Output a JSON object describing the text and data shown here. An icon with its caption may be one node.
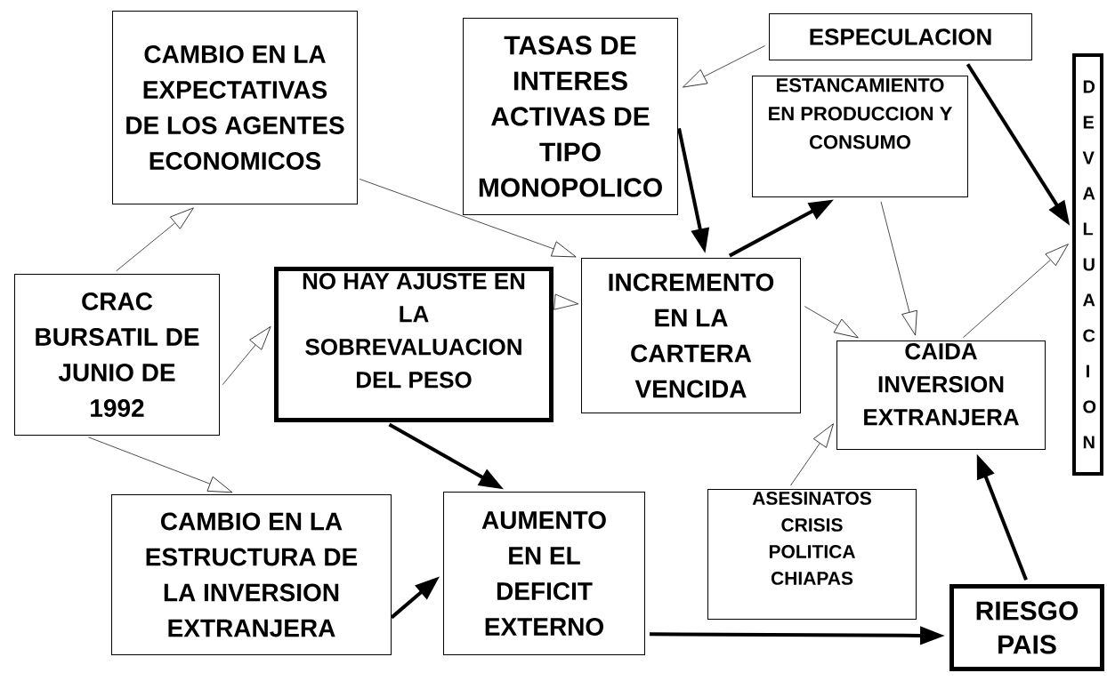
{
  "diagram": {
    "nodes": [
      {
        "text": [
          "CAMBIO EN LA EXPECTATIVAS DE LOS AGENTES ECONOMICOS"
        ]
      },
      {
        "text": [
          "TASAS DE INTERES ACTIVAS DE TIPO MONOPOLICO"
        ]
      },
      {
        "text": [
          "ESPECULACION"
        ]
      },
      {
        "text": [
          "ESTANCAMIENTO EN PRODUCCION Y CONSUMO"
        ]
      },
      {
        "text": [
          "DEVALUACION"
        ]
      },
      {
        "text": [
          "CRAC BURSATIL DE JUNIO DE 1992"
        ]
      },
      {
        "text": [
          "NO HAY AJUSTE EN LA SOBREVALUACION DEL PESO"
        ]
      },
      {
        "text": [
          "INCREMENTO EN LA CARTERA VENCIDA"
        ]
      },
      {
        "text": [
          "CAIDA INVERSION EXTRANJERA"
        ]
      },
      {
        "text": [
          "CAMBIO EN LA ESTRUCTURA DE LA INVERSION EXTRANJERA"
        ]
      },
      {
        "text": [
          "AUMENTO EN EL DEFICIT EXTERNO"
        ]
      },
      {
        "text": [
          "ASESINATOS CRISIS POLITICA CHIAPAS"
        ]
      },
      {
        "text": [
          "RIESGO PAIS"
        ]
      }
    ],
    "edges": [
      {
        "from": 5,
        "to": 0,
        "arrow": "to"
      },
      {
        "from": 0,
        "to": 7,
        "arrow": "to"
      },
      {
        "from": 5,
        "to": 6,
        "arrow": "to"
      },
      {
        "from": 5,
        "to": 9,
        "arrow": "to"
      },
      {
        "from": 6,
        "to": 7,
        "arrow": "to"
      },
      {
        "from": 2,
        "to": 1,
        "arrow": "to"
      },
      {
        "from": 1,
        "to": 7,
        "arrow": "to",
        "style": "thick"
      },
      {
        "from": 7,
        "to": 3,
        "arrow": "to",
        "style": "thick"
      },
      {
        "from": 3,
        "to": 8,
        "arrow": "to"
      },
      {
        "from": 7,
        "to": 8,
        "arrow": "to"
      },
      {
        "from": 2,
        "to": 4,
        "arrow": "to",
        "style": "thick"
      },
      {
        "from": 8,
        "to": 4,
        "arrow": "to"
      },
      {
        "from": 6,
        "to": 10,
        "arrow": "to",
        "style": "thick"
      },
      {
        "from": 9,
        "to": 10,
        "arrow": "to",
        "style": "thick"
      },
      {
        "from": 10,
        "to": 12,
        "arrow": "to",
        "style": "thick"
      },
      {
        "from": 11,
        "to": 8,
        "arrow": "to"
      },
      {
        "from": 12,
        "to": 8,
        "arrow": "to",
        "style": "thick"
      }
    ]
  }
}
